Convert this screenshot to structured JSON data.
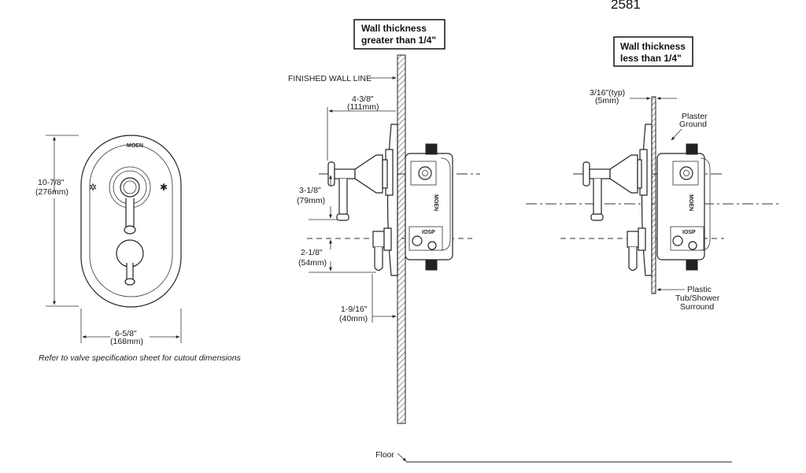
{
  "title_partial": "2581",
  "front_view": {
    "logo_text": "MOEN",
    "hot_symbol": "✲",
    "cold_symbol": "✱",
    "height_dim": "10-7/8\"",
    "height_dim_mm": "(276mm)",
    "width_dim": "6-5/8\"",
    "width_dim_mm": "(168mm)",
    "note": "Refer to valve specification sheet for cutout dimensions"
  },
  "thick_wall_view": {
    "box_line1": "Wall thickness",
    "box_line2": "greater than 1/4\"",
    "finished_wall_line": "FINISHED WALL LINE",
    "dim_a": "4-3/8\"",
    "dim_a_mm": "(111mm)",
    "dim_b": "3-1/8\"",
    "dim_b_mm": "(79mm)",
    "dim_c": "2-1/8\"",
    "dim_c_mm": "(54mm)",
    "dim_d": "1-9/16\"",
    "dim_d_mm": "(40mm)",
    "valve_brand": "MOEN",
    "valve_label": "IOSP",
    "floor_label": "Floor"
  },
  "thin_wall_view": {
    "box_line1": "Wall thickness",
    "box_line2": "less than 1/4\"",
    "dim_typ": "3/16\"(typ)",
    "dim_typ_mm": "(5mm)",
    "plaster_line1": "Plaster",
    "plaster_line2": "Ground",
    "plastic_line1": "Plastic",
    "plastic_line2": "Tub/Shower",
    "plastic_line3": "Surround",
    "valve_brand": "MOEN",
    "valve_label": "IOSP"
  }
}
